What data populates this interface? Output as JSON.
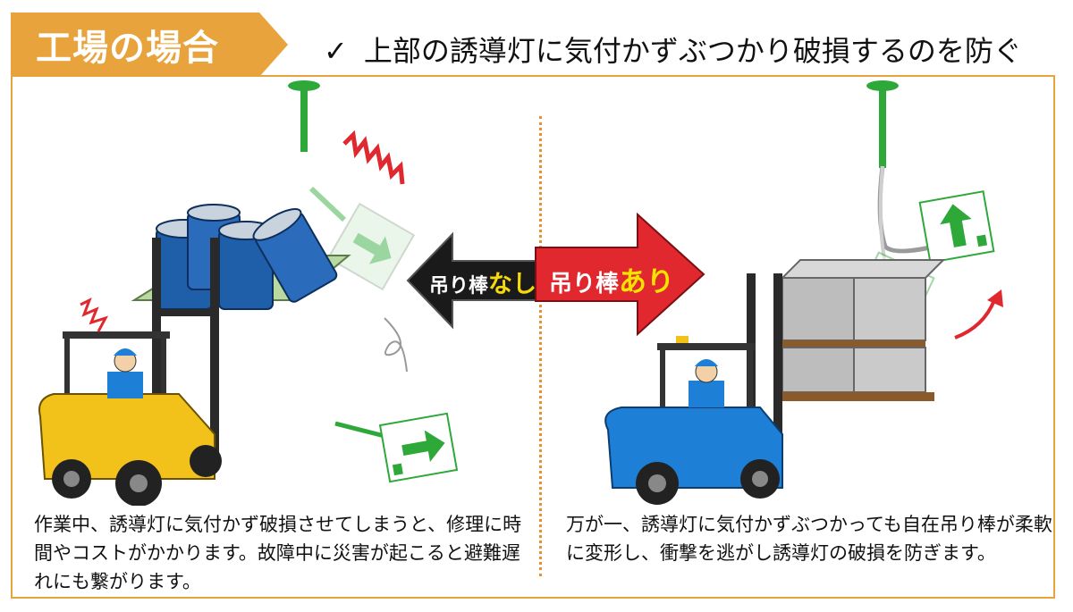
{
  "header": {
    "title": "工場の場合",
    "check_mark": "✓",
    "headline": "上部の誘導灯に気付かずぶつかり破損するのを防ぐ"
  },
  "center_arrows": {
    "without": {
      "prefix": "吊り棒",
      "emphasis": "なし"
    },
    "with": {
      "prefix": "吊り棒",
      "emphasis": "あり"
    }
  },
  "captions": {
    "left": "作業中、誘導灯に気付かず破損させてしまうと、修理に時間やコストがかかります。故障中に災害が起こると避難遅れにも繋がります。",
    "right": "万が一、誘導灯に気付かずぶつかっても自在吊り棒が柔軟に変形し、衝撃を逃がし誘導灯の破損を防ぎます。"
  },
  "colors": {
    "title_tab": "#e8a33c",
    "frame": "#e8a33c",
    "sign_green": "#2fa83a",
    "arrow_red": "#e0282e",
    "arrow_black": "#1a1a1a",
    "arrow_emphasis": "#f5e400",
    "forklift_yellow": "#f2c21b",
    "forklift_blue": "#1e7fd6",
    "drum_blue": "#1f5ea8"
  },
  "icons": {
    "check": "check-icon",
    "exit_sign": "exit-sign-icon",
    "impact": "impact-burst-icon"
  }
}
